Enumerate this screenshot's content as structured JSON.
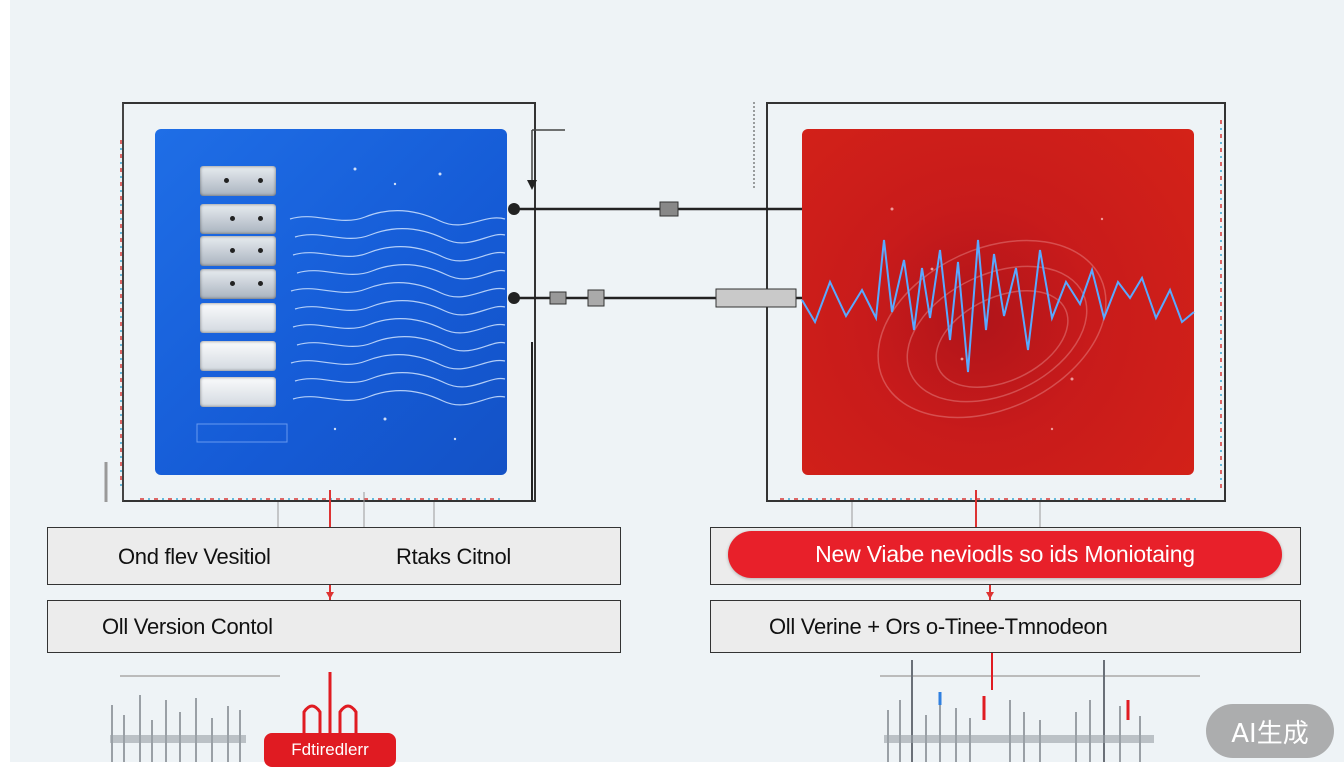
{
  "left_panel": {
    "row1_left": "Ond flev Vesitiol",
    "row1_right": "Rtaks Citnol",
    "row2": "Oll Version Contol",
    "badge": "Fdtiredlerr"
  },
  "right_panel": {
    "pill_label": "New Viabe neviodls so ids Moniotaing",
    "row2": "Oll Verine + Ors o-Tinee-Tmnodeon"
  },
  "watermark": "AI生成",
  "colors": {
    "blue_panel": "#1a64dc",
    "red_panel": "#c81b1b",
    "accent_red": "#e8202a",
    "waveform": "#4aa3ff"
  }
}
